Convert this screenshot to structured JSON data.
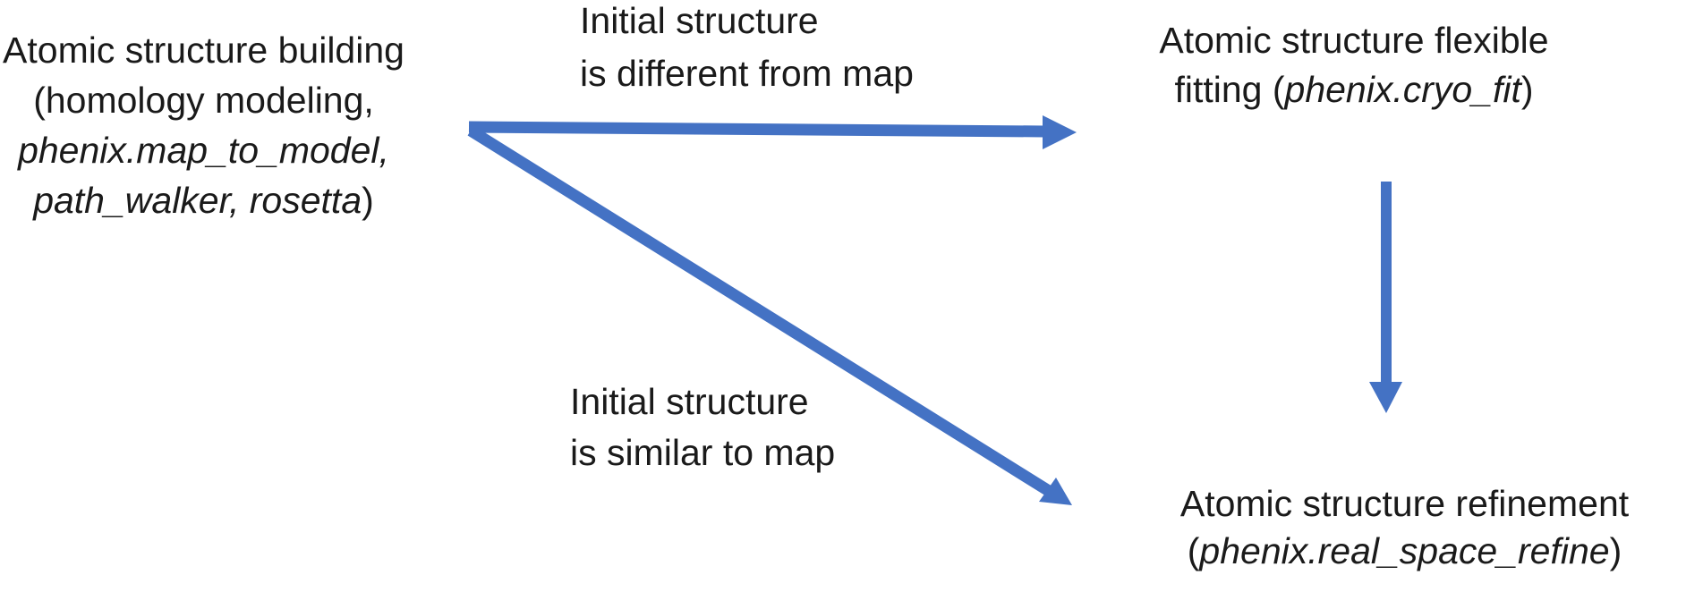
{
  "colors": {
    "arrow": "#4472C4",
    "text": "#1a1a1a",
    "background": "#ffffff"
  },
  "diagram": {
    "nodes": {
      "building": {
        "line1": "Atomic structure building",
        "line2": "(homology modeling,",
        "line3_italic": "phenix.map_to_model,",
        "line4_italic": "path_walker, rosetta",
        "line4_close": ")"
      },
      "flexible_fitting": {
        "line1": "Atomic structure flexible",
        "line2_prefix": "fitting (",
        "line2_italic": "phenix.cryo_fit",
        "line2_suffix": ")"
      },
      "refinement": {
        "line1": "Atomic structure refinement",
        "line2_open": "(",
        "line2_italic": "phenix.real_space_refine",
        "line2_close": ")"
      }
    },
    "edge_labels": {
      "different": {
        "line1": "Initial structure",
        "line2": "is different from map"
      },
      "similar": {
        "line1": "Initial structure",
        "line2": "is similar to map"
      }
    }
  }
}
